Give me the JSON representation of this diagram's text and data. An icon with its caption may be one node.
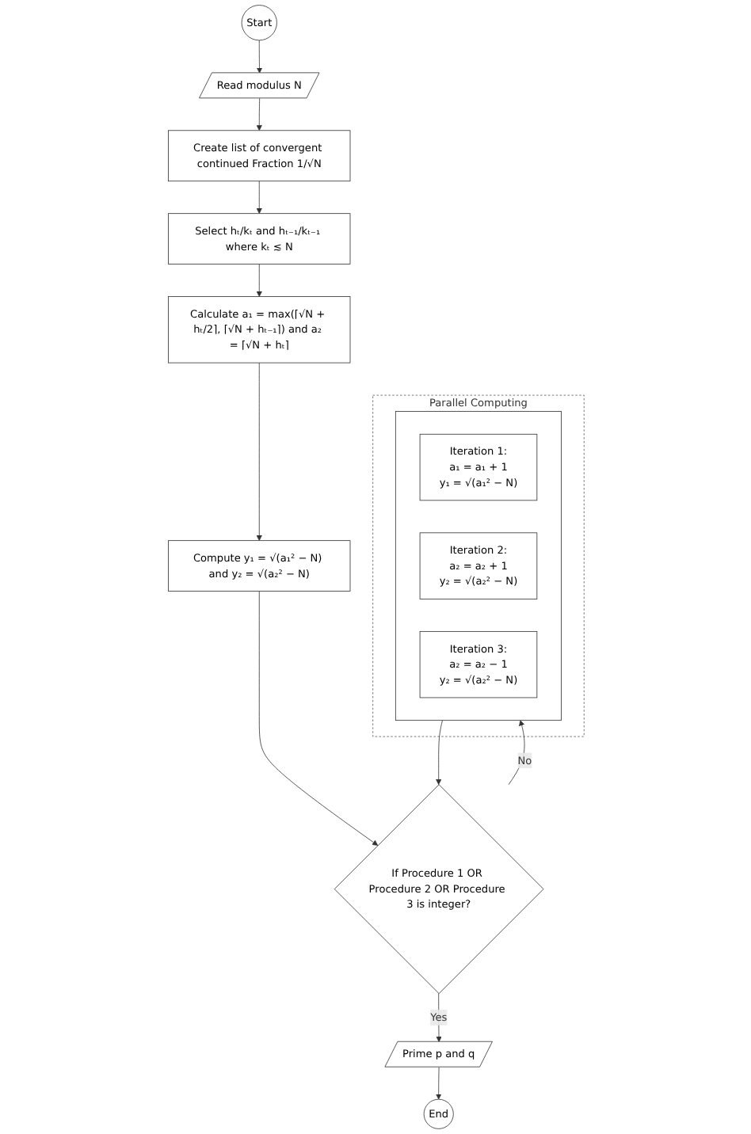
{
  "diagram": {
    "nodes": [
      {
        "text": [
          "Start"
        ]
      },
      {
        "text": [
          "Read modulus N"
        ]
      },
      {
        "text": [
          "Create list of convergent continued Fraction 1/√N"
        ]
      },
      {
        "text": [
          "Select hₜ/kₜ and hₜ₋₁/kₜ₋₁ where kₜ ≲ N"
        ]
      },
      {
        "text": [
          "Calculate a₁ = max(⌈√N + hₜ/2⌉, ⌈√N + hₜ₋₁⌉) and a₂ = ⌈√N + hₜ⌉"
        ]
      },
      {
        "text": [
          "Compute y₁ = √(a₁² − N) and y₂ = √(a₂² − N)"
        ]
      },
      {
        "text": [
          "If Procedure 1 OR Procedure 2 OR Procedure 3 is integer?"
        ]
      },
      {
        "text": [
          "Parallel Computing"
        ]
      },
      {
        "text": [],
        "shape": "box",
        "in": 7
      },
      {
        "text": [
          "Iteration 1:",
          "a₁ = a₁ + 1",
          "y₁ = √(a₁² − N)"
        ],
        "in": 8
      },
      {
        "text": [
          "Iteration 2:",
          "a₂ = a₂ + 1",
          "y₂ = √(a₂² − N)"
        ],
        "in": 8
      },
      {
        "text": [
          "Iteration 3:",
          "a₂ = a₂ − 1",
          "y₂ = √(a₂² − N)"
        ],
        "in": 8
      },
      {
        "text": [
          "Prime p and q"
        ]
      },
      {
        "text": [
          "End"
        ]
      }
    ],
    "edges": [
      {
        "from": 0,
        "to": 1,
        "arrow": "to"
      },
      {
        "from": 1,
        "to": 2,
        "arrow": "to"
      },
      {
        "from": 2,
        "to": 3,
        "arrow": "to"
      },
      {
        "from": 3,
        "to": 4,
        "arrow": "to"
      },
      {
        "from": 4,
        "to": 5,
        "arrow": "to"
      },
      {
        "from": 5,
        "to": 6,
        "arrow": "to"
      },
      {
        "from": 6,
        "to": 8,
        "arrow": "to",
        "label": "No"
      },
      {
        "from": 8,
        "to": 6,
        "arrow": "to"
      },
      {
        "from": 6,
        "to": 12,
        "arrow": "to",
        "label": "Yes"
      },
      {
        "from": 12,
        "to": 13,
        "arrow": "to"
      }
    ]
  }
}
